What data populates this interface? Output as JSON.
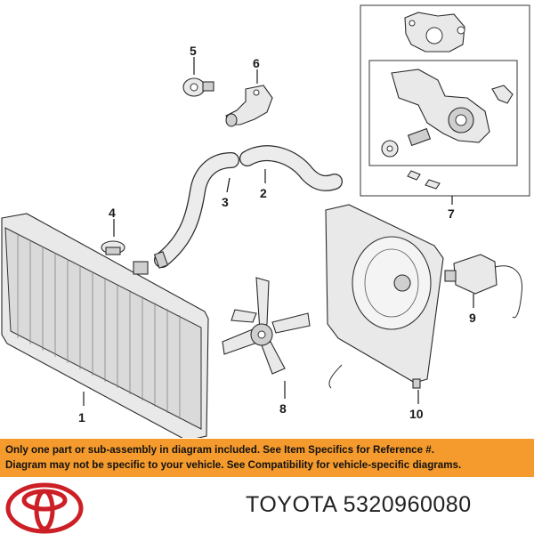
{
  "diagram": {
    "callouts": [
      "1",
      "2",
      "3",
      "4",
      "5",
      "6",
      "7",
      "8",
      "9",
      "10"
    ]
  },
  "banner": {
    "line1": "Only one part or sub-assembly in diagram included. See Item Specifics for Reference #.",
    "line2": "Diagram may not be specific to your vehicle. See Compatibility for vehicle-specific diagrams."
  },
  "footer": {
    "brand": "TOYOTA",
    "part_number": "5320960080"
  },
  "colors": {
    "banner": "#f59a2c",
    "logo": "#cc1f26"
  },
  "icons": [
    "toyota-logo-icon"
  ]
}
